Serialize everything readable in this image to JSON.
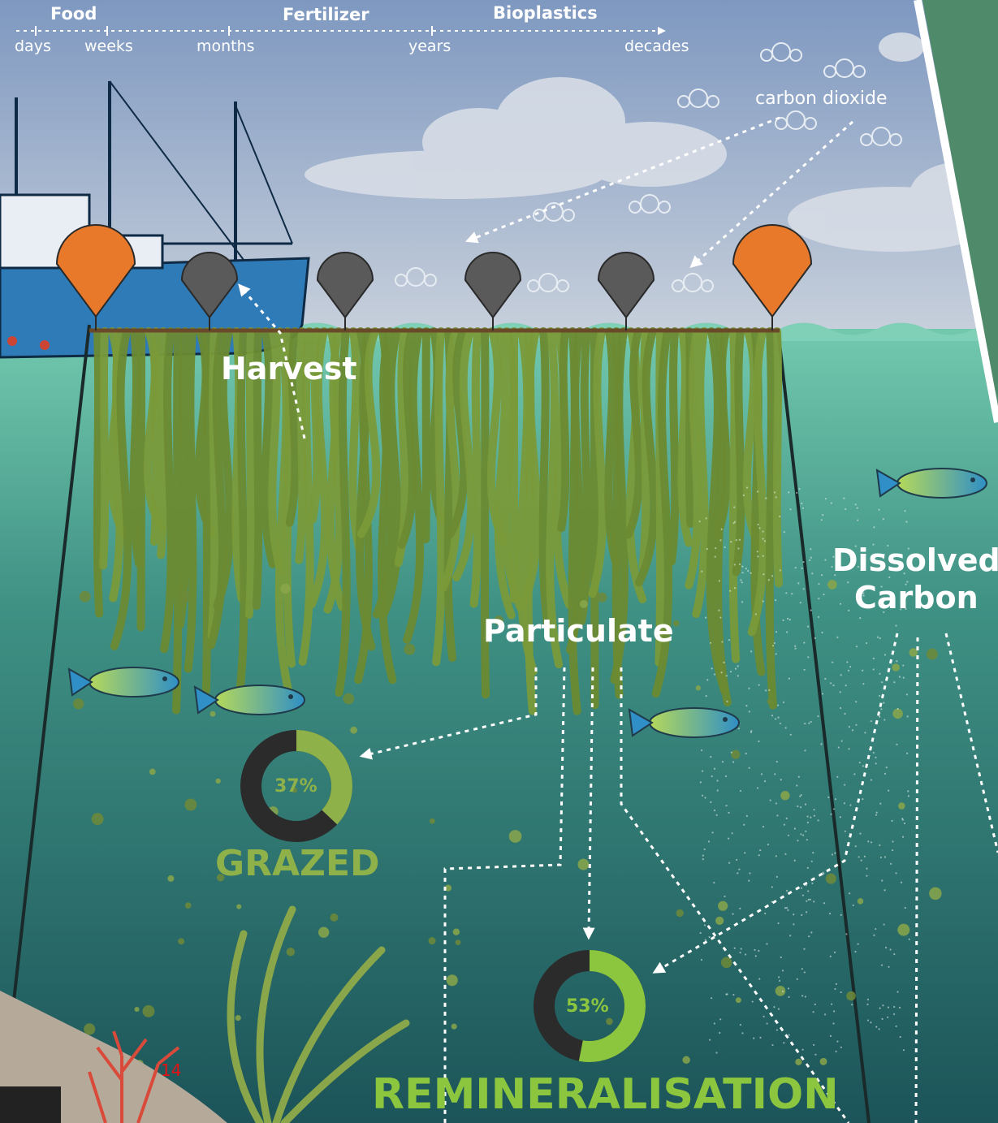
{
  "timeline": {
    "products": [
      "Food",
      "Fertilizer",
      "Bioplastics"
    ],
    "durations": [
      "days",
      "weeks",
      "months",
      "years",
      "decades"
    ]
  },
  "labels": {
    "carbon_dioxide": "carbon dioxide",
    "harvest": "Harvest",
    "particulate": "Particulate",
    "dissolved_line1": "Dissolved",
    "dissolved_line2": "Carbon",
    "grazed": "GRAZED",
    "remineralisation": "REMINERALISATION",
    "page_number": "14"
  },
  "stats": {
    "grazed": {
      "text": "37%",
      "fraction": 0.37
    },
    "remineralisation": {
      "text": "53%",
      "fraction": 0.53
    }
  },
  "colors": {
    "sky_top": "#7d98bf",
    "sky_bottom": "#c5cedb",
    "ocean_top": "#6fc6ad",
    "ocean_bottom": "#1f5a5e",
    "kelp": "#7a9a3a",
    "buoy_orange": "#e8792a",
    "buoy_grey": "#5a5a5a",
    "boat": "#2e7bb8",
    "grazed_green": "#8fb14a",
    "remin_green": "#8cc63f",
    "ring_dark": "#2b2b2b"
  },
  "icons": [
    "co2-molecule-icon",
    "fish-icon",
    "buoy-icon",
    "fishing-boat-icon",
    "kelp-icon",
    "carbon-particle-icon"
  ]
}
